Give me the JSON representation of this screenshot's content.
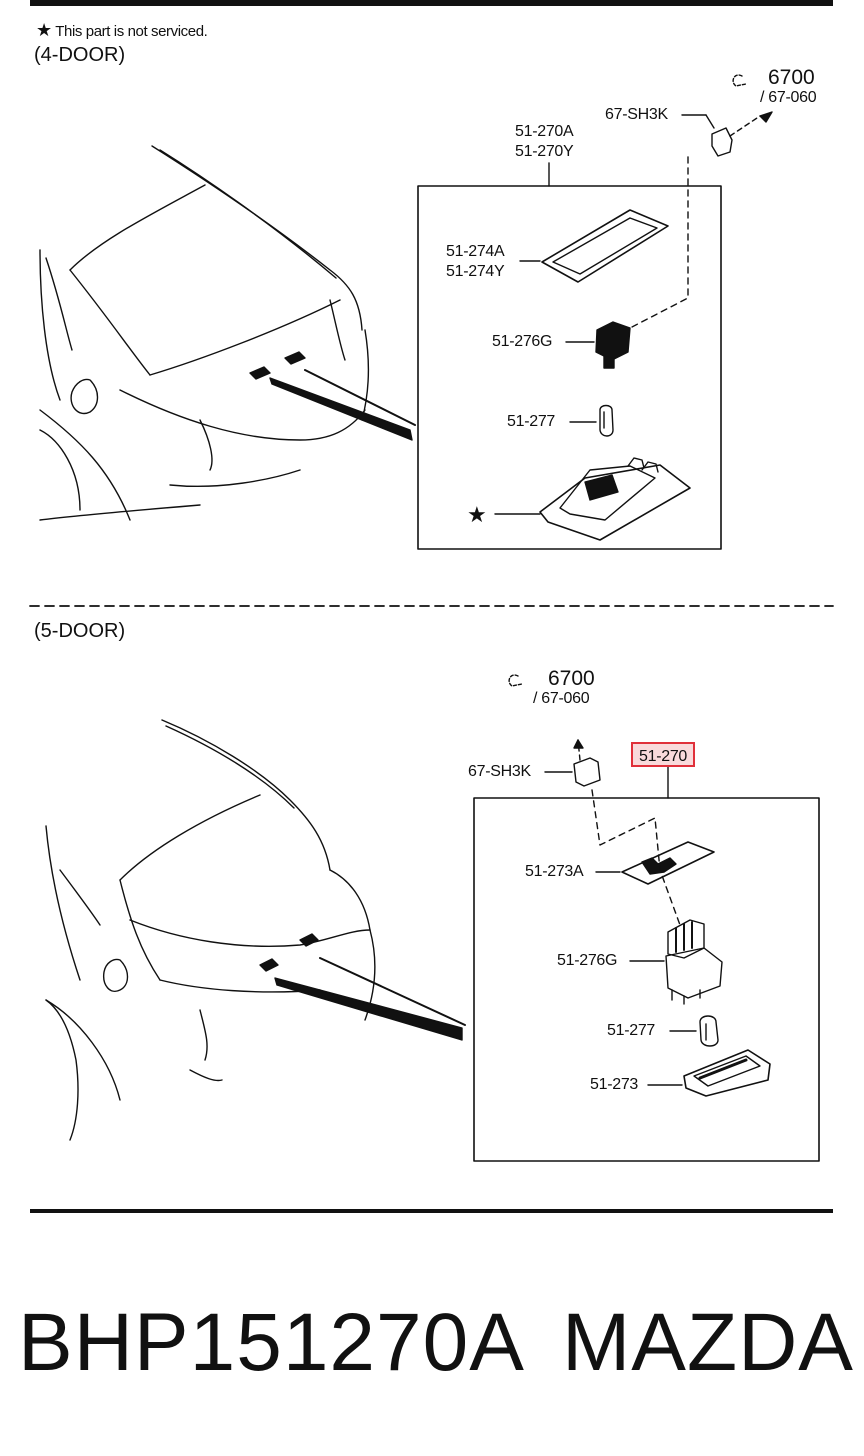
{
  "header": {
    "note_star": "★",
    "note_text": "This part is not serviced."
  },
  "section_4door": {
    "title": "(4-DOOR)",
    "ref_main": "6700",
    "ref_sub": "/ 67-060",
    "connector": "67-SH3K",
    "assembly_a": "51-270A",
    "assembly_y": "51-270Y",
    "gasket_a": "51-274A",
    "gasket_y": "51-274Y",
    "socket": "51-276G",
    "bulb": "51-277",
    "lens_star": "★"
  },
  "section_5door": {
    "title": "(5-DOOR)",
    "ref_main": "6700",
    "ref_sub": "/ 67-060",
    "connector": "67-SH3K",
    "assembly": "51-270",
    "gasket": "51-273A",
    "socket": "51-276G",
    "bulb": "51-277",
    "lens": "51-273"
  },
  "footer": {
    "part_number": "BHP151270A",
    "brand": "MAZDA"
  },
  "colors": {
    "line": "#111111",
    "highlight": "#e0303a"
  }
}
